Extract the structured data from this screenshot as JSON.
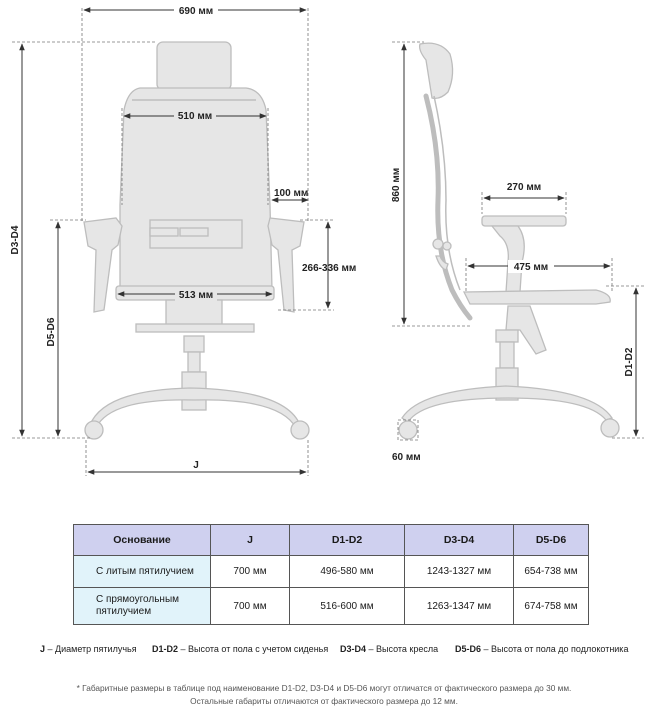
{
  "dimensions": {
    "width_690": "690 мм",
    "width_510": "510 мм",
    "arm_100": "100 мм",
    "arm_height": "266-336 мм",
    "seat_513": "513 мм",
    "height_d3d4": "D3-D4",
    "height_d5d6": "D5-D6",
    "base_j": "J",
    "back_860": "860 мм",
    "arm_270": "270 мм",
    "depth_475": "475 мм",
    "height_d1d2": "D1-D2",
    "wheel_60": "60 мм"
  },
  "table": {
    "headers": [
      "Основание",
      "J",
      "D1-D2",
      "D3-D4",
      "D5-D6"
    ],
    "rows": [
      {
        "name": "С литым пятилучием",
        "j": "700 мм",
        "d1d2": "496-580 мм",
        "d3d4": "1243-1327 мм",
        "d5d6": "654-738 мм"
      },
      {
        "name_line1": "С прямоугольным",
        "name_line2": "пятилучием",
        "j": "700 мм",
        "d1d2": "516-600 мм",
        "d3d4": "1263-1347 мм",
        "d5d6": "674-758 мм"
      }
    ]
  },
  "legend": [
    {
      "key": "J",
      "text": " – Диаметр пятилучья"
    },
    {
      "key": "D1-D2",
      "text": " – Высота от пола с учетом сиденья"
    },
    {
      "key": "D3-D4",
      "text": " – Высота кресла"
    },
    {
      "key": "D5-D6",
      "text": " – Высота от пола до подлокотника"
    }
  ],
  "footnotes": {
    "line1": "* Габаритные размеры в таблице под наименование D1-D2, D3-D4 и D5-D6 могут отличатся от фактического размера до 30 мм.",
    "line2": "Остальные габариты отличаются от фактического размера до 12 мм."
  },
  "colors": {
    "header_bg": "#cfd0ef",
    "first_col_bg": "#e1f3fa",
    "chair_fill": "#e6e6e6",
    "chair_stroke": "#bdbdbd"
  }
}
